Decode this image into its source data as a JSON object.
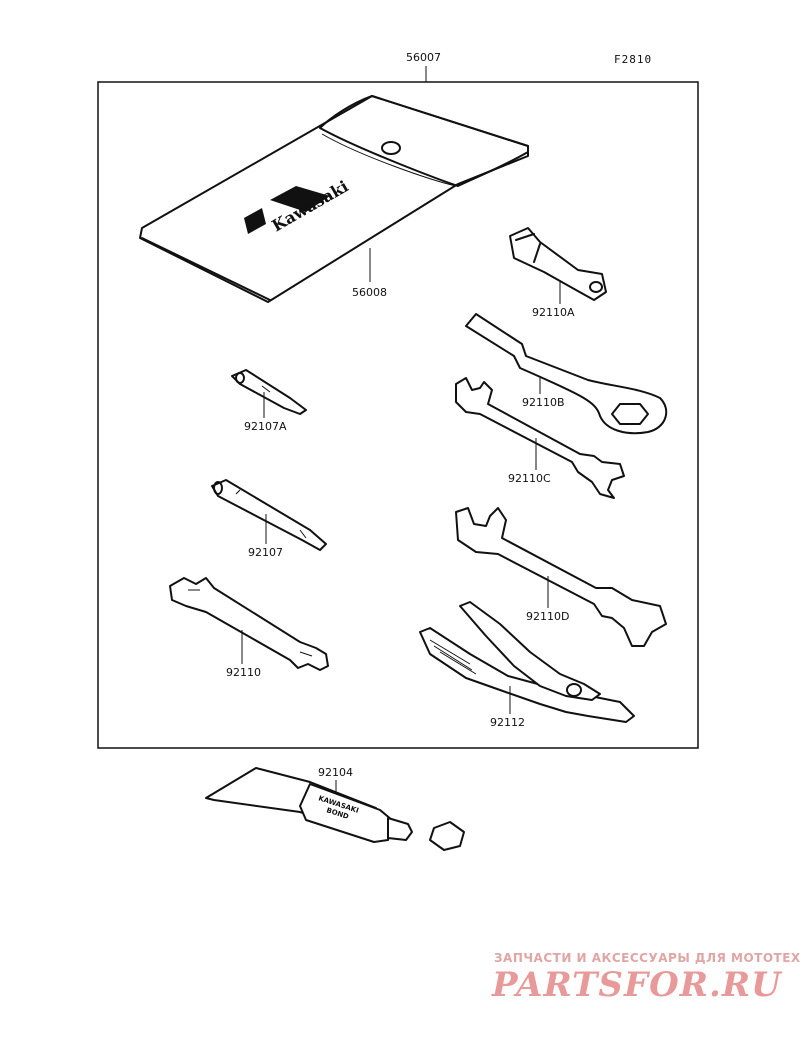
{
  "diagram_code": "F2810",
  "assembly_number": "56007",
  "parts": [
    {
      "id": "pouch",
      "number": "56008",
      "icon": "tool-pouch-icon"
    },
    {
      "id": "box-wrench",
      "number": "92110A",
      "icon": "box-wrench-icon"
    },
    {
      "id": "ring-wrench",
      "number": "92110B",
      "icon": "ring-wrench-icon"
    },
    {
      "id": "small-open-wrench",
      "number": "92110C",
      "icon": "open-end-wrench-icon"
    },
    {
      "id": "large-open-wrench",
      "number": "92110D",
      "icon": "open-end-wrench-icon"
    },
    {
      "id": "short-screwdriver",
      "number": "92107A",
      "icon": "screwdriver-bit-icon"
    },
    {
      "id": "screwdriver",
      "number": "92107",
      "icon": "screwdriver-icon"
    },
    {
      "id": "flat-wrench",
      "number": "92110",
      "icon": "flat-wrench-icon"
    },
    {
      "id": "pliers",
      "number": "92112",
      "icon": "pliers-icon"
    },
    {
      "id": "bond-tube",
      "number": "92104",
      "icon": "glue-tube-icon"
    }
  ],
  "brand_text": {
    "pouch": "Kawasaki",
    "tube_line1": "KAWASAKI",
    "tube_line2": "BOND"
  },
  "watermark": {
    "tagline": "ЗАПЧАСТИ И АКСЕССУАРЫ ДЛЯ МОТОТЕХНИКИ",
    "logo": "PARTSFOR.RU",
    "color": "#e89a9a"
  }
}
